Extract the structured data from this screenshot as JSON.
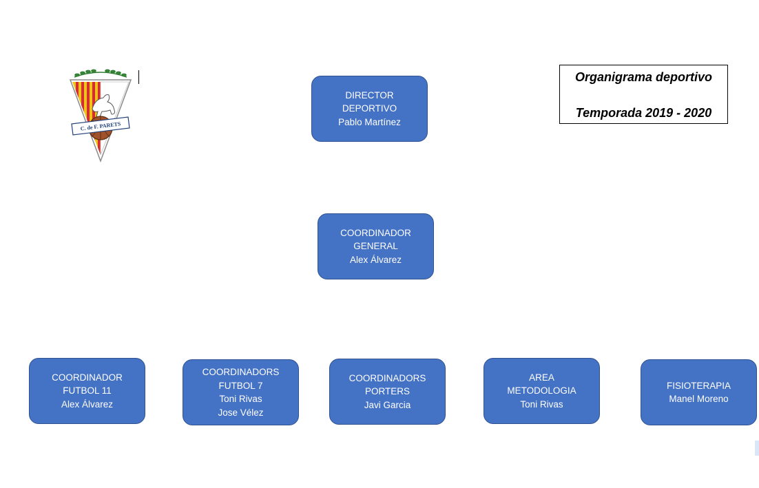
{
  "header": {
    "title_line1": "Organigrama deportivo",
    "title_line2": "Temporada 2019 - 2020"
  },
  "logo": {
    "icon": "club-crest-icon",
    "ribbon_text": "C. de F. PARETS"
  },
  "colors": {
    "node_fill": "#4472c4",
    "node_border": "#2f528f",
    "node_text": "#ffffff"
  },
  "nodes": {
    "director": {
      "lines": [
        "DIRECTOR",
        "DEPORTIVO",
        "Pablo Martínez"
      ]
    },
    "coordinador_general": {
      "lines": [
        "COORDINADOR",
        "GENERAL",
        "Alex Álvarez"
      ]
    },
    "futbol11": {
      "lines": [
        "COORDINADOR",
        "FUTBOL 11",
        "Alex Álvarez"
      ]
    },
    "futbol7": {
      "lines": [
        "COORDINADORS",
        "FUTBOL 7",
        "Toni Rivas",
        "Jose Vélez"
      ]
    },
    "porters": {
      "lines": [
        "COORDINADORS",
        "PORTERS",
        "Javi Garcia"
      ]
    },
    "metodologia": {
      "lines": [
        "AREA",
        "METODOLOGIA",
        "Toni Rivas"
      ]
    },
    "fisioterapia": {
      "lines": [
        "FISIOTERAPIA",
        "Manel Moreno"
      ]
    }
  }
}
